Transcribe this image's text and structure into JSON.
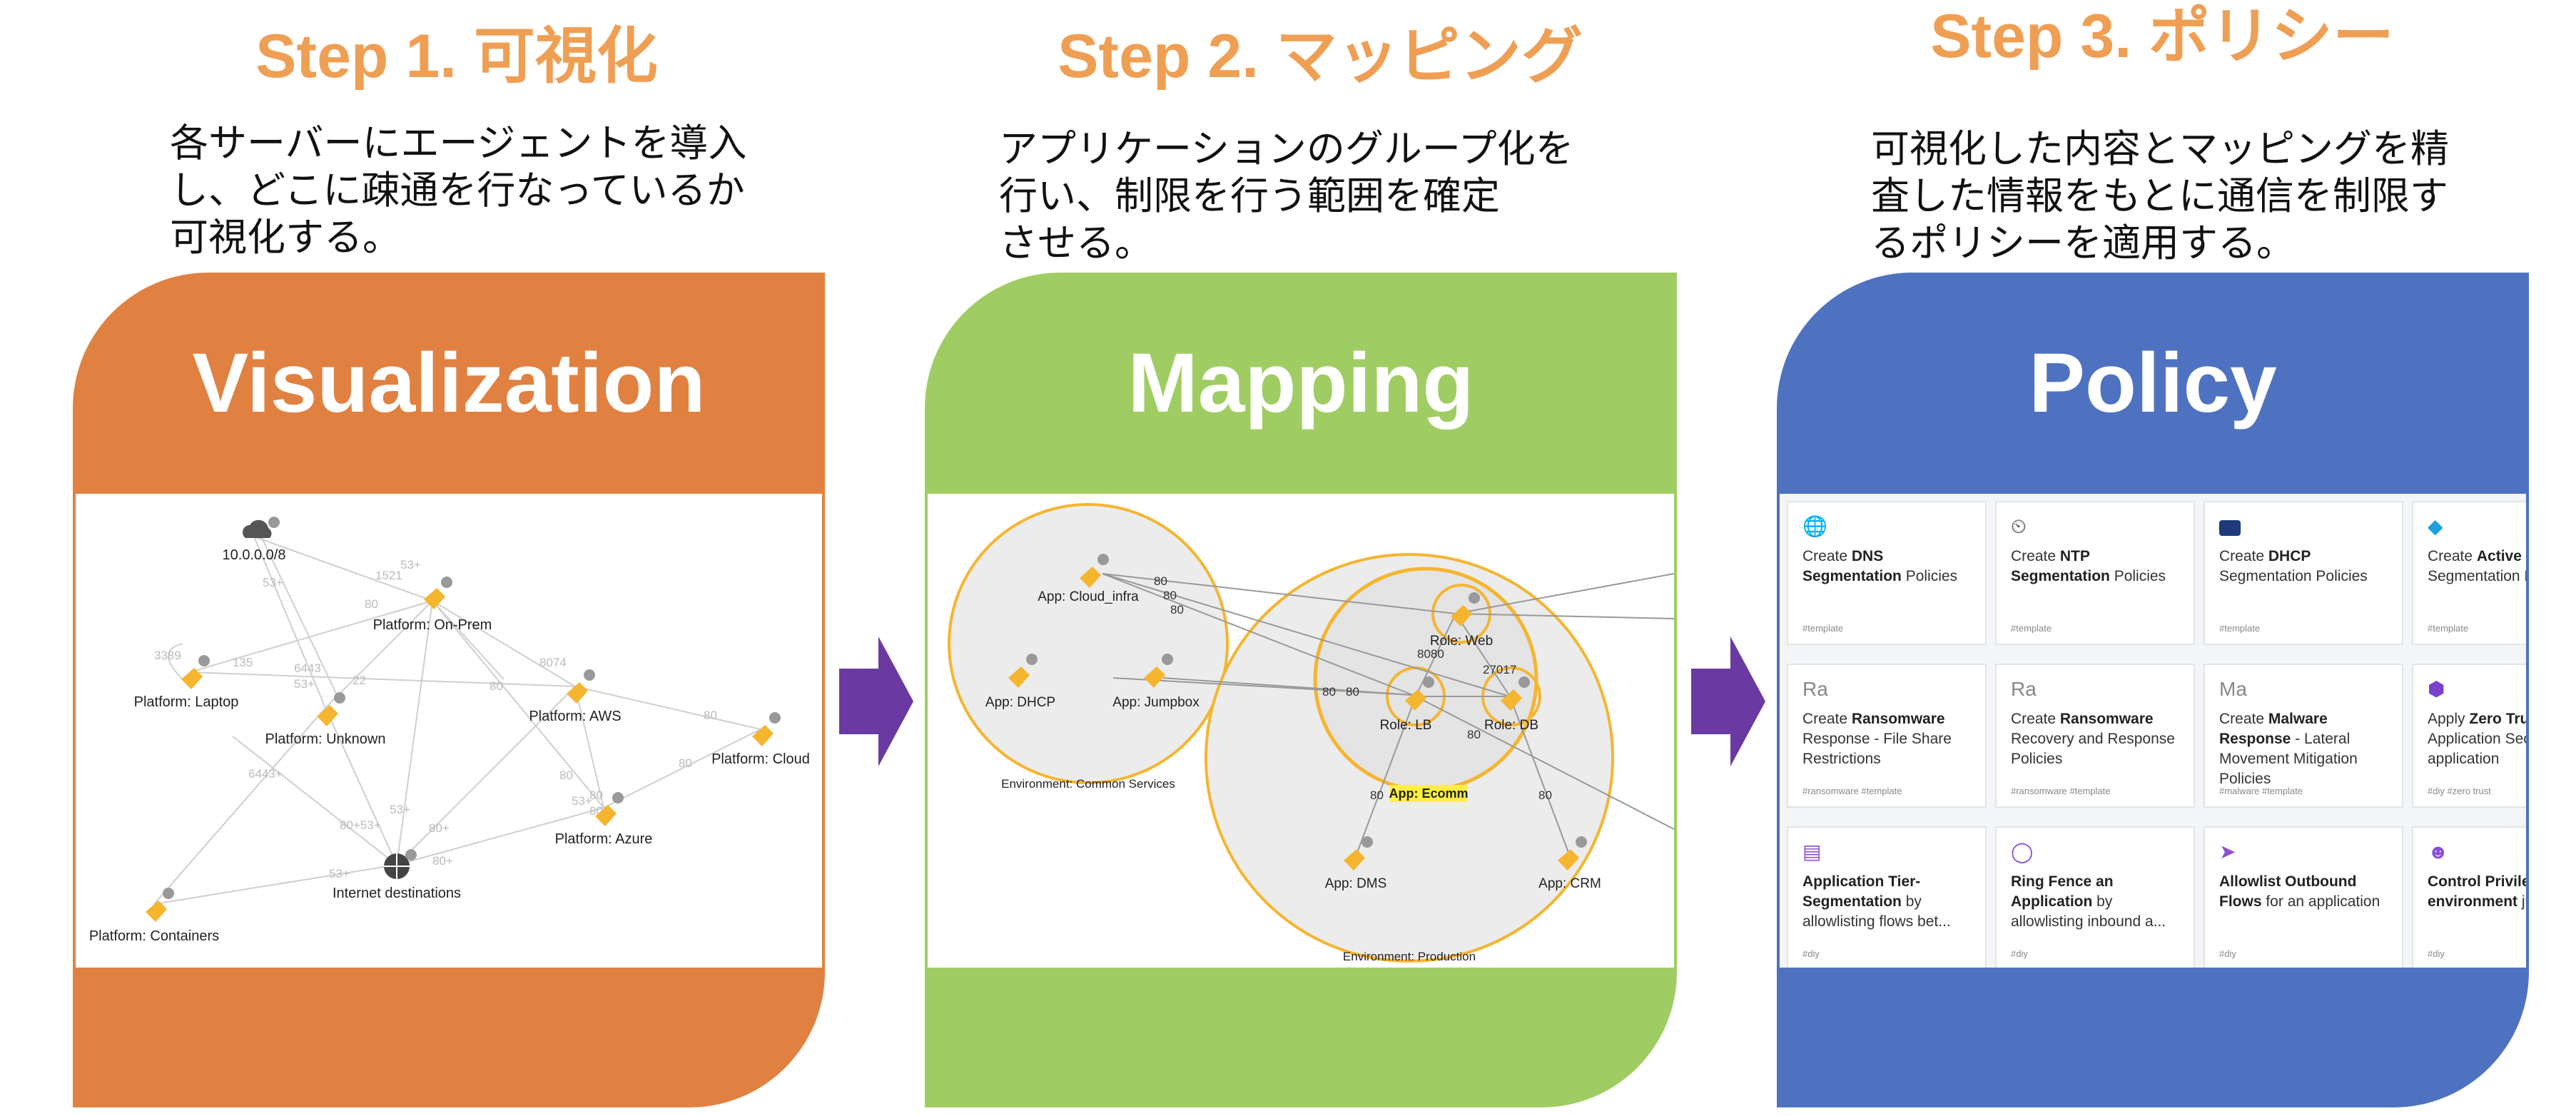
{
  "steps": [
    {
      "title": "Step 1.  可視化",
      "desc": "各サーバーにエージェントを導入\nし、どこに疎通を行なっているか\n可視化する。",
      "card_title": "Visualization",
      "color": "#e08142",
      "graph": {
        "nodes": [
          "10.0.0.0/8",
          "Platform: On-Prem",
          "Platform: Laptop",
          "Platform: Unknown",
          "Platform: AWS",
          "Platform: Cloud",
          "Platform: Azure",
          "Internet destinations",
          "Platform: Containers"
        ],
        "port_labels": [
          "1521",
          "53+",
          "53+",
          "80",
          "3389",
          "135",
          "6443",
          "53+",
          "22",
          "80",
          "8074",
          "80",
          "6443+",
          "80",
          "80",
          "80+53+",
          "80+",
          "53+",
          "80+",
          "80",
          "53+",
          "80",
          "53+"
        ]
      }
    },
    {
      "title": "Step 2.  マッピング",
      "desc": "アプリケーションのグループ化を\n行い、制限を行う範囲を確定\nさせる。",
      "card_title": "Mapping",
      "color": "#a0cd63",
      "graph": {
        "nodes": [
          "App: Cloud_infra",
          "App: DHCP",
          "App: Jumpbox",
          "Role: Web",
          "Role: LB",
          "Role: DB",
          "App: DMS",
          "App: CRM"
        ],
        "environments": [
          "Environment: Common Services",
          "Environment: Production"
        ],
        "highlight": "App: Ecomm",
        "port_labels": [
          "80",
          "80",
          "80",
          "8080",
          "27017",
          "80",
          "80",
          "80",
          "80",
          "80"
        ]
      }
    },
    {
      "title": "Step 3.  ポリシー",
      "desc": "可視化した内容とマッピングを精\n査した情報をもとに通信を制限す\nるポリシーを適用する。",
      "card_title": "Policy",
      "color": "#4f72c0",
      "tiles": [
        {
          "icon": "globe-icon",
          "pre": "Create ",
          "bold": "DNS Segmentation",
          "post": " Policies",
          "tags": "#template"
        },
        {
          "icon": "clock-icon",
          "pre": "Create ",
          "bold": "NTP Segmentation",
          "post": " Policies",
          "tags": "#template"
        },
        {
          "icon": "dhcp-icon",
          "pre": "Create ",
          "bold": "DHCP",
          "post": " Segmentation Policies",
          "tags": "#template"
        },
        {
          "icon": "diamond-icon",
          "pre": "Create ",
          "bold": "Active Di",
          "post": " Segmentation Po",
          "tags": "#template"
        },
        {
          "icon": "ra-icon",
          "label": "Ra",
          "pre": "Create ",
          "bold": "Ransomware",
          "post": " Response - File Share Restrictions",
          "tags": "#ransomware  #template"
        },
        {
          "icon": "ra-icon",
          "label": "Ra",
          "pre": "Create ",
          "bold": "Ransomware",
          "post": " Recovery and Response Policies",
          "tags": "#ransomware  #template"
        },
        {
          "icon": "ma-icon",
          "label": "Ma",
          "pre": "Create ",
          "bold": "Malware Response",
          "post": " - Lateral Movement Mitigation Policies",
          "tags": "#malware  #template"
        },
        {
          "icon": "zero-trust-icon",
          "pre": "Apply ",
          "bold": "Zero Trust",
          "post": " Application Secu application",
          "tags": "#diy  #zero trust"
        },
        {
          "icon": "tier-icon",
          "pre": "",
          "bold": "Application Tier-Segmentation",
          "post": " by allowlisting flows bet...",
          "tags": "#diy"
        },
        {
          "icon": "ring-icon",
          "pre": "",
          "bold": "Ring Fence an Application",
          "post": " by allowlisting inbound a...",
          "tags": "#diy"
        },
        {
          "icon": "outbound-icon",
          "pre": "",
          "bold": "Allowlist Outbound Flows",
          "post": " for an application",
          "tags": "#diy"
        },
        {
          "icon": "user-icon",
          "pre": "",
          "bold": "Control Privilege to environment",
          "post": " jumpboxes",
          "tags": "#diy"
        }
      ]
    }
  ],
  "arrow_color": "#6a3aa2",
  "icons": [
    "cloud-icon",
    "tag-icon",
    "globe-icon",
    "arrow-right-icon"
  ]
}
